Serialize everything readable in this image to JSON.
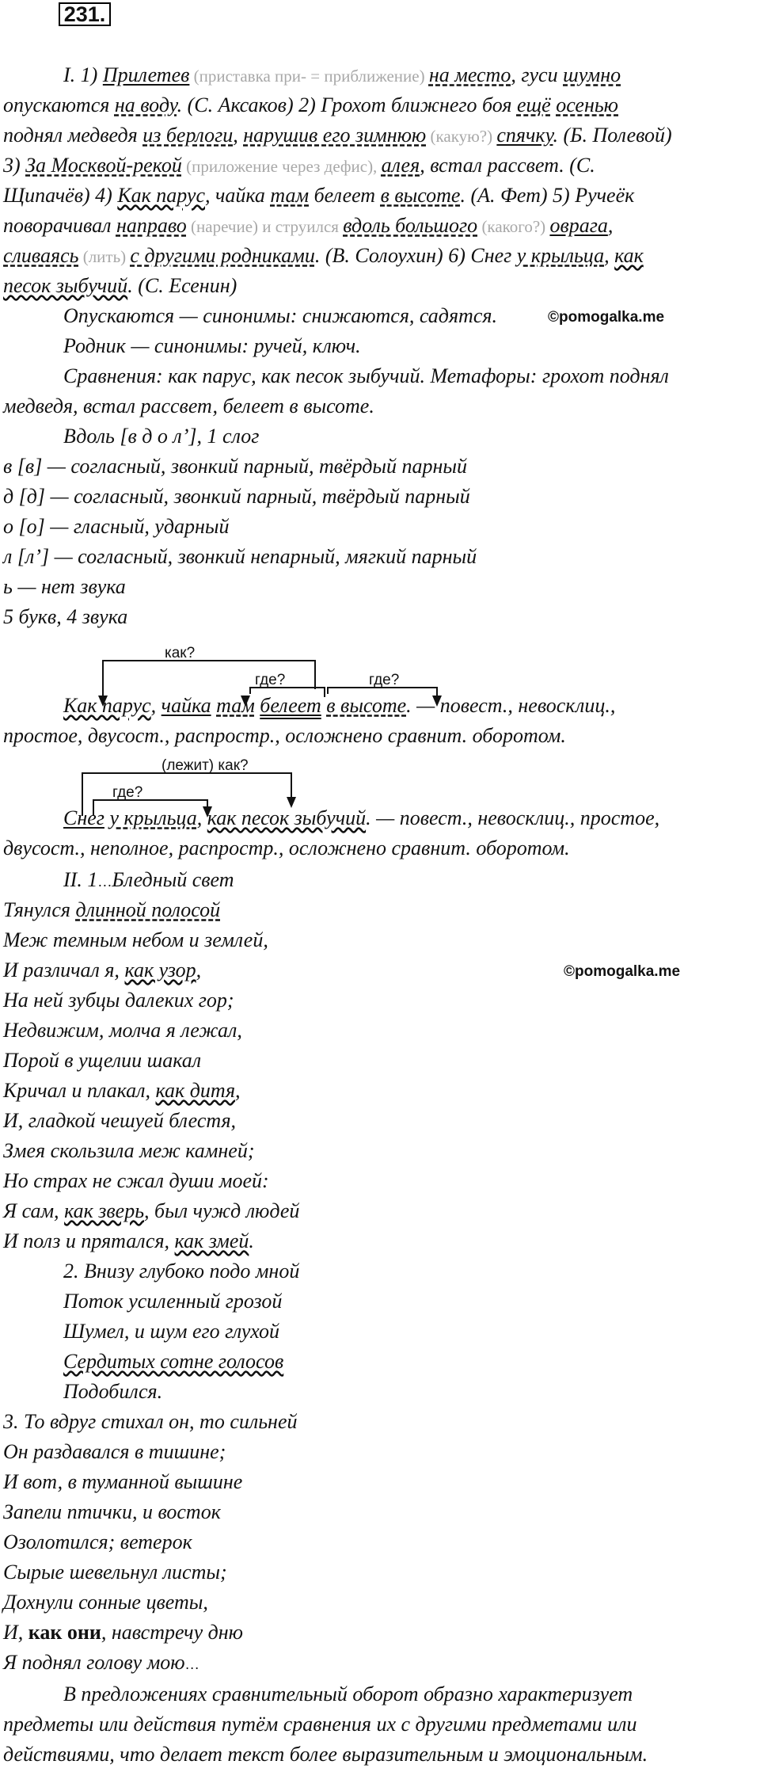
{
  "exercise_number": "231.",
  "watermark": "©pomogalka.me",
  "part1": {
    "lines": [
      [
        "I. 1) ",
        "Прилетев",
        " (приставка при- = приближение) ",
        "на место",
        ", гуси ",
        "шумно"
      ],
      [
        "опускаются ",
        "на воду",
        ". (С. Аксаков) 2) Грохот ближнего боя ",
        "ещё",
        " ",
        "осенью"
      ],
      [
        "поднял медведя ",
        "из берлоги",
        ", ",
        "нарушив его зимнюю",
        " (какую?) ",
        "спячку",
        ". (Б. Полевой)"
      ],
      [
        "3) ",
        "За Москвой-рекой",
        " (приложение через дефис), ",
        "алея",
        ", встал рассвет. (С."
      ],
      [
        "Щипачёв) 4) ",
        "Как парус",
        ", чайка ",
        "там",
        " белеет ",
        "в высоте",
        ". (А. Фет) 5) Ручеёк"
      ],
      [
        "поворачивал ",
        "направо",
        " (наречие) и струился ",
        "вдоль большого",
        " (какого?) ",
        "оврага",
        ","
      ],
      [
        "сливаясь",
        " (лить) ",
        "с другими родниками",
        ". (В. Солоухин) 6) Снег ",
        "у крыльца",
        ", ",
        "как"
      ],
      [
        "песок зыбучий",
        ". (С. Есенин)"
      ]
    ]
  },
  "notes": {
    "synonyms1": "Опускаются — синонимы: снижаются, садятся.",
    "synonyms2": "Родник — синонимы: ручей, ключ.",
    "comparisons": "Сравнения: как парус, как песок зыбучий. Метафоры: грохот поднял",
    "comparisons2": "медведя, встал рассвет, белеет в высоте.",
    "phonetic_title": "Вдоль [в д о л’], 1 слог",
    "phonetic": [
      "в [в] — согласный, звонкий парный, твёрдый парный",
      "д [д] — согласный, звонкий парный, твёрдый парный",
      "о [о] — гласный, ударный",
      "л [л’] — согласный, звонкий непарный, мягкий парный",
      "ь — нет звука",
      "5 букв, 4 звука"
    ]
  },
  "scheme1": {
    "q_how": "как?",
    "q_where1": "где?",
    "q_where2": "где?",
    "words": [
      "Как парус",
      ", ",
      "чайка",
      " ",
      "там",
      " ",
      "белеет",
      " ",
      "в высоте"
    ],
    "tail": ". — повест., невосклиц.,",
    "line2": "простое, двусост., распростр., осложнено сравнит. оборотом."
  },
  "scheme2": {
    "q_lies": "(лежит) как?",
    "q_where": "где?",
    "words": [
      "Снег",
      " ",
      "у крыльца",
      ", ",
      "как песок зыбучий"
    ],
    "tail": ". — повест., невосклиц., простое,",
    "line2": "двусост., неполное, распростр., осложнено сравнит. оборотом."
  },
  "poem": {
    "head": "II. 1",
    "head_dots": "…",
    "head_rest": "Бледный свет",
    "lines": [
      [
        "Тянулся ",
        "длинной полосой"
      ],
      [
        "Меж темным небом и землей,"
      ],
      [
        "И различал я, ",
        "как узор",
        ","
      ],
      [
        "На ней зубцы далеких гор;"
      ],
      [
        "Недвижим, молча я лежал,"
      ],
      [
        "Порой в ущелии шакал"
      ],
      [
        "Кричал и плакал, ",
        "как дитя",
        ","
      ],
      [
        "И, гладкой чешуей блестя,"
      ],
      [
        "Змея скользила меж камней;"
      ],
      [
        "Но страх не сжал души моей:"
      ],
      [
        "Я сам, ",
        "как зверь",
        ", был чужд людей"
      ],
      [
        "И полз и прятался, ",
        "как змей",
        "."
      ]
    ],
    "stanza2": [
      "2. Внизу глубоко подо мной",
      "Поток усиленный грозой",
      "Шумел, и шум его глухой"
    ],
    "stanza2_u": "Сердитых сотне голосов",
    "stanza2_end": "Подобился.",
    "stanza3": [
      "3. То вдруг стихал он, то сильней",
      "Он раздавался в тишине;",
      "И вот, в туманной вышине",
      "Запели птички, и восток",
      "Озолотился; ветерок",
      "Сырые шевельнул листы;",
      "Дохнули сонные цветы,"
    ],
    "bold_line": [
      "И, ",
      "как они",
      ", навстречу дню"
    ],
    "last": "Я поднял голову мою",
    "last_dots": "…"
  },
  "conclusion": [
    "В предложениях сравнительный оборот образно характеризует",
    "предметы или действия путём сравнения их с другими предметами или",
    "действиями, что делает текст более выразительным и эмоциональным."
  ]
}
